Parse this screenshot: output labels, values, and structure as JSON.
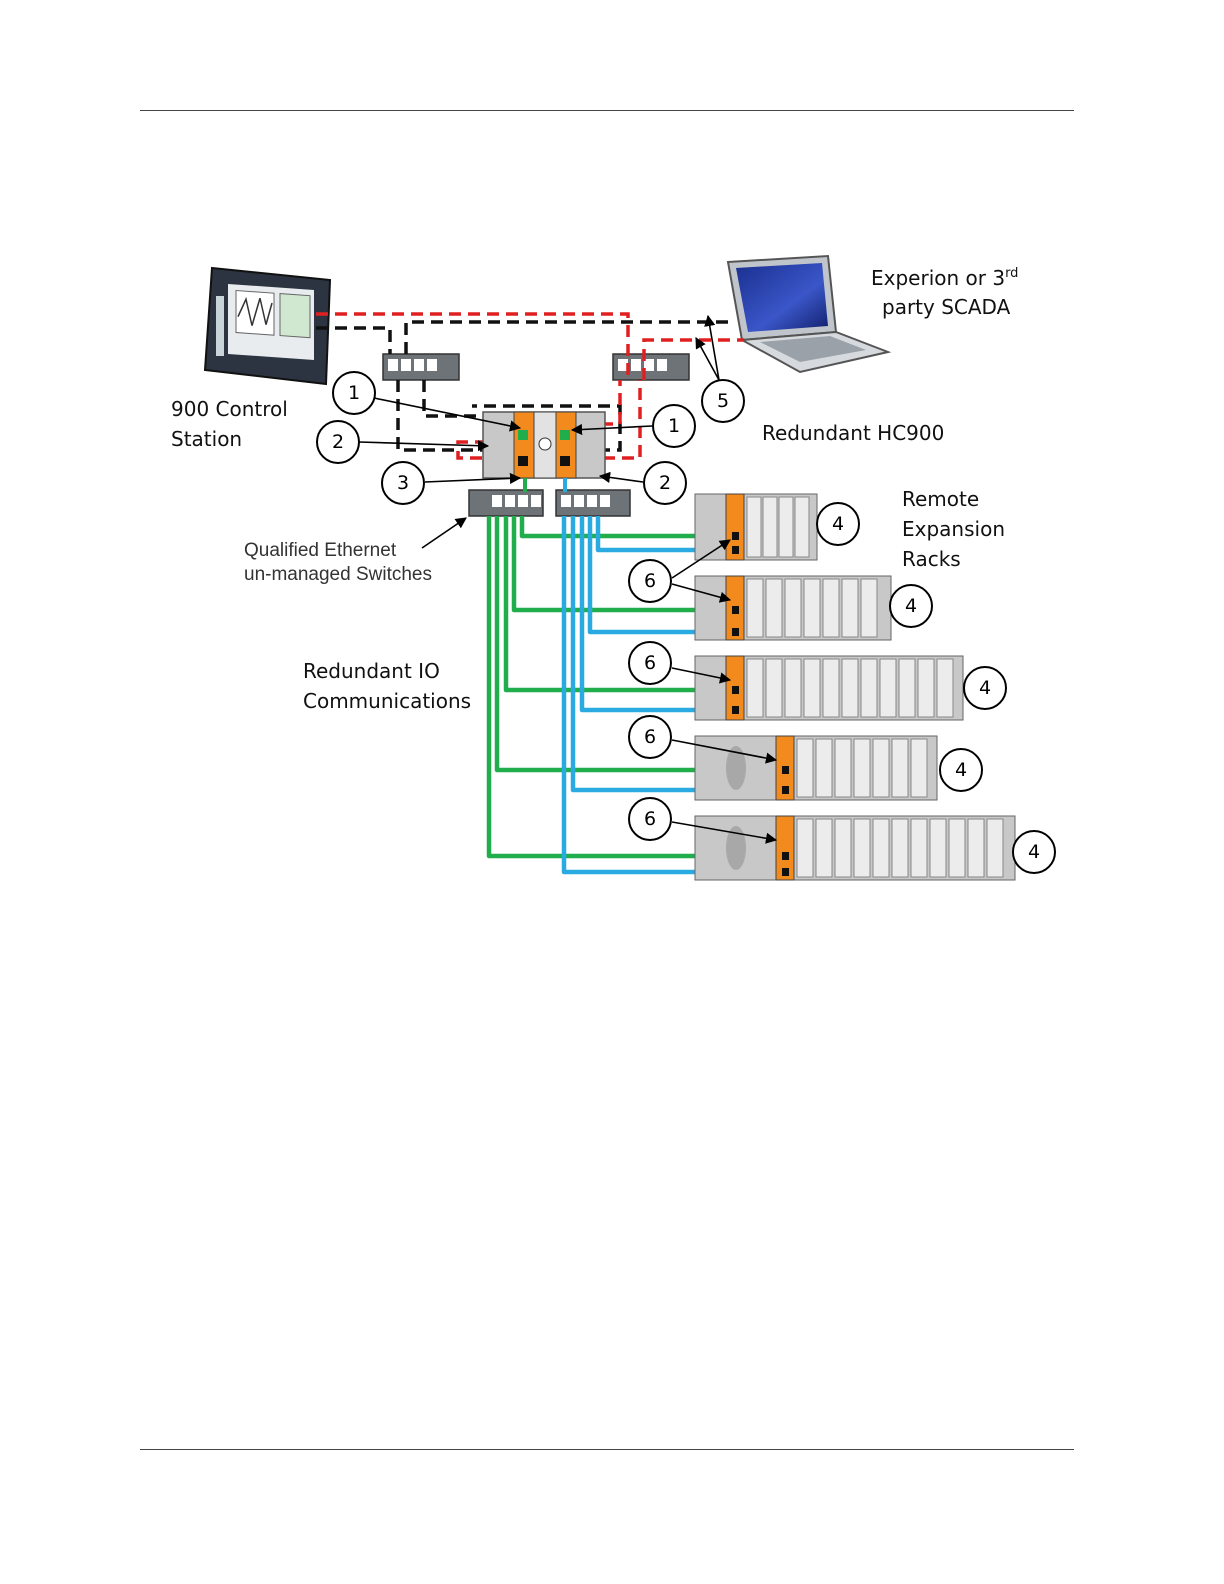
{
  "labels": {
    "control_station": [
      "900 Control",
      "Station"
    ],
    "scada": [
      "Experion or 3",
      "rd",
      "party SCADA"
    ],
    "hc900": "Redundant HC900",
    "remote": [
      "Remote",
      "Expansion",
      "Racks"
    ],
    "switches": [
      "Qualified Ethernet",
      "un-managed Switches"
    ],
    "io_comms": [
      "Redundant IO",
      "Communications"
    ]
  },
  "callouts": {
    "c1a": "1",
    "c1b": "1",
    "c2a": "2",
    "c2b": "2",
    "c3": "3",
    "c4a": "4",
    "c4b": "4",
    "c4c": "4",
    "c4d": "4",
    "c4e": "4",
    "c5": "5",
    "c6a": "6",
    "c6b": "6",
    "c6c": "6",
    "c6d": "6"
  },
  "colors": {
    "io_green": "#1fae4b",
    "io_blue": "#29abe2",
    "net_black": "#111111",
    "net_red": "#e02020",
    "cpu_orange": "#f28a1e",
    "rack_gray": "#c8c8c8"
  }
}
